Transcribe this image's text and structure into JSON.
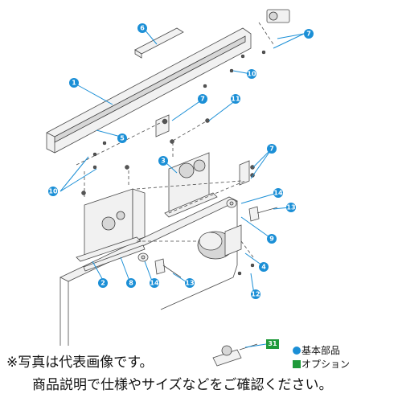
{
  "callouts": [
    "1",
    "2",
    "3",
    "4",
    "5",
    "6",
    "7",
    "7",
    "7",
    "8",
    "9",
    "10",
    "10",
    "11",
    "12",
    "13",
    "13",
    "14",
    "14"
  ],
  "option_callout": "31",
  "note": {
    "line1": "※写真は代表画像です。",
    "line2": "商品説明で仕様やサイズなどをご確認ください。"
  },
  "legend": {
    "basic": "基本部品",
    "option": "オプション"
  },
  "colors": {
    "basic_marker": "#1b8fd6",
    "option_marker": "#1f9a3a"
  }
}
